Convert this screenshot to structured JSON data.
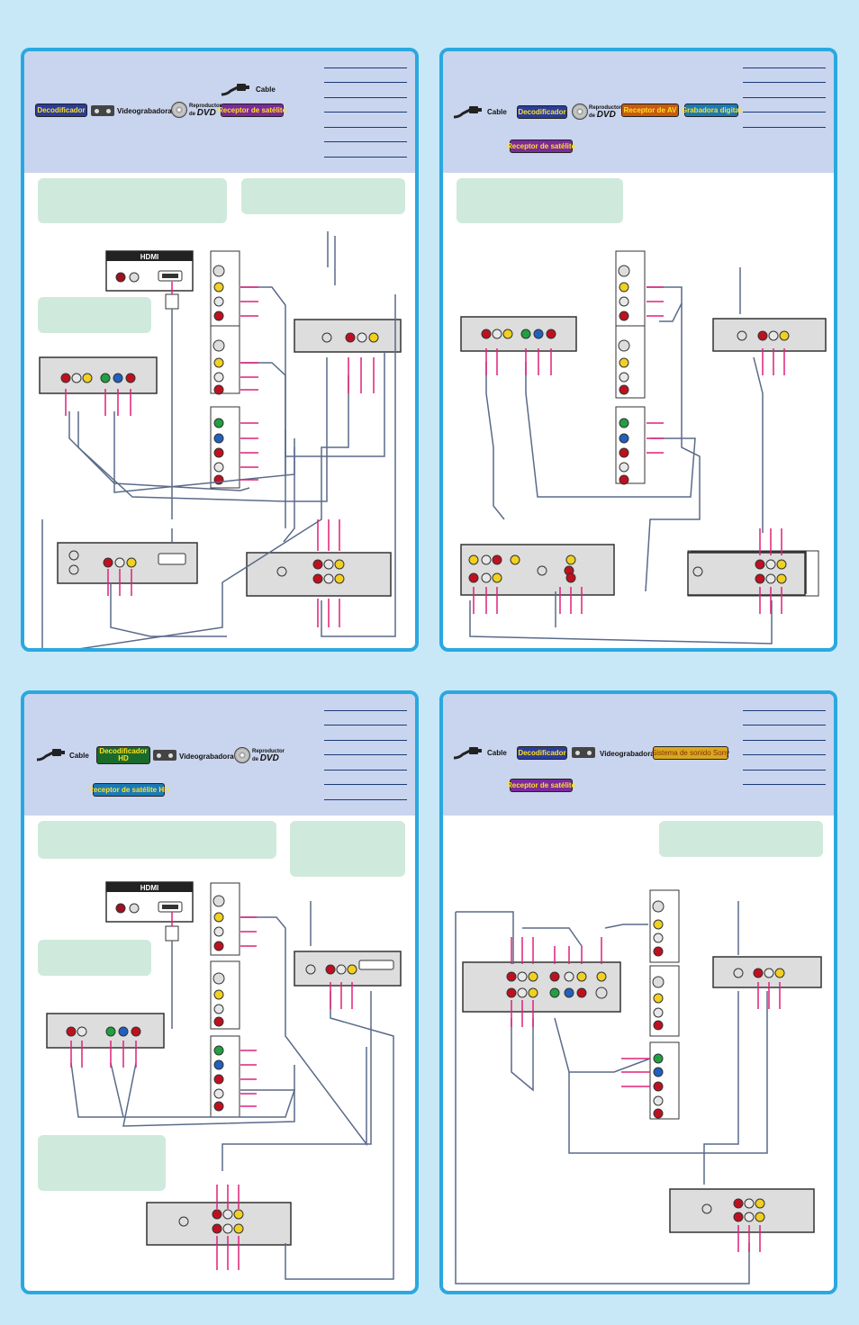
{
  "labels": {
    "cable": "Cable",
    "decodificador": "Decodificador",
    "decodificador_hd_line1": "Decodificador",
    "decodificador_hd_line2": "HD",
    "videograbadora": "Videograbadora",
    "reproductor": "Reproductor",
    "de": "de",
    "dvd": "DVD",
    "receptor_satelite": "Receptor de satélite",
    "receptor_satelite_hd": "Receptor de satélite HD",
    "receptor_av": "Receptor de AV",
    "grabadora_digital": "Grabadora digital",
    "sistema_sonido_sony": "Sistema de sonido Sony",
    "hdmi": "HDMI"
  },
  "colors": {
    "background": "#c8e8f8",
    "panel_border": "#2aa8e0",
    "header": "#c9d4ee",
    "note_box": "#cfeadc",
    "cable_line": "#5a6a8a",
    "arrow": "#e0207a",
    "video_yellow": "#f0d020",
    "audio_white": "#e8e8e8",
    "audio_red": "#c01020",
    "comp_green": "#20a040",
    "comp_blue": "#2060c0"
  },
  "icons": [
    "cable-plug-icon",
    "vcr-icon",
    "dvd-disc-icon",
    "rca-jack-icon",
    "hdmi-port-icon",
    "coax-connector-icon"
  ]
}
